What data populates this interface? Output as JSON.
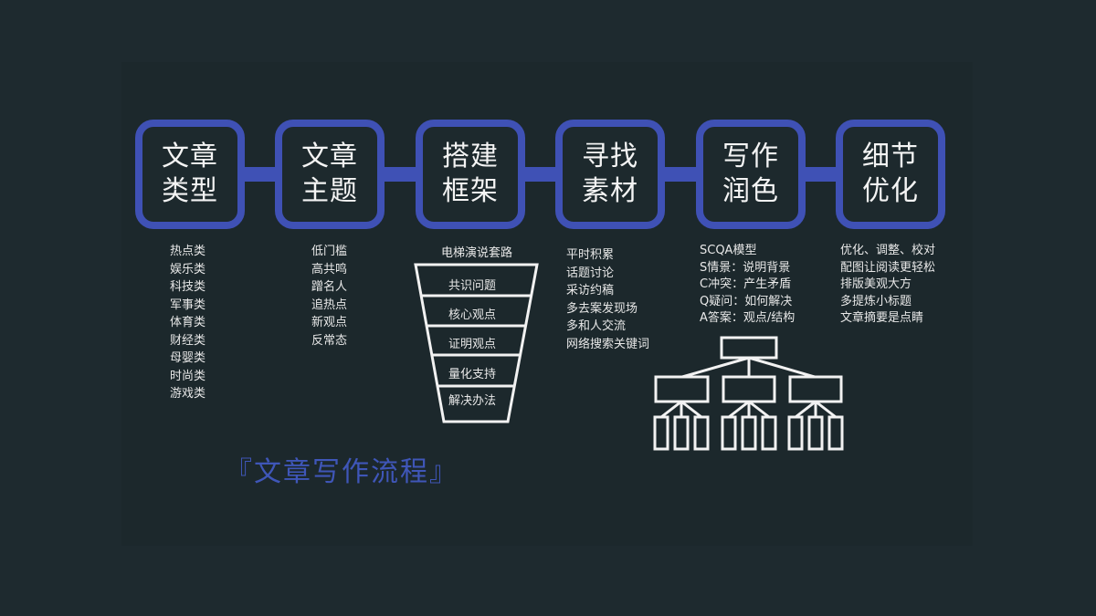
{
  "title": "『文章写作流程』",
  "colors": {
    "background": "#1e2a2f",
    "accent": "#3f51b5",
    "text": "#f2f2f2",
    "title_text": "#3f56b8"
  },
  "steps": [
    {
      "line1": "文章",
      "line2": "类型"
    },
    {
      "line1": "文章",
      "line2": "主题"
    },
    {
      "line1": "搭建",
      "line2": "框架"
    },
    {
      "line1": "寻找",
      "line2": "素材"
    },
    {
      "line1": "写作",
      "line2": "润色"
    },
    {
      "line1": "细节",
      "line2": "优化"
    }
  ],
  "details": {
    "types": [
      "热点类",
      "娱乐类",
      "科技类",
      "军事类",
      "体育类",
      "财经类",
      "母婴类",
      "时尚类",
      "游戏类"
    ],
    "topics": [
      "低门槛",
      "高共鸣",
      "蹭名人",
      "追热点",
      "新观点",
      "反常态"
    ],
    "framework": {
      "title": "电梯演说套路",
      "funnel": [
        "共识问题",
        "核心观点",
        "证明观点",
        "量化支持",
        "解决办法"
      ]
    },
    "materials": [
      "平时积累",
      "话题讨论",
      "采访约稿",
      "多去案发现场",
      "多和人交流",
      "网络搜索关键词"
    ],
    "polish": [
      "SCQA模型",
      "S情景：说明背景",
      "C冲突：产生矛盾",
      "Q疑问：如何解决",
      "A答案：观点/结构"
    ],
    "refine": [
      "优化、调整、校对",
      "配图让阅读更轻松",
      "排版美观大方",
      "多提炼小标题",
      "文章摘要是点睛"
    ]
  },
  "tree_diagram": {
    "levels": [
      1,
      3,
      9
    ],
    "description": "hierarchy-structure-icon"
  }
}
